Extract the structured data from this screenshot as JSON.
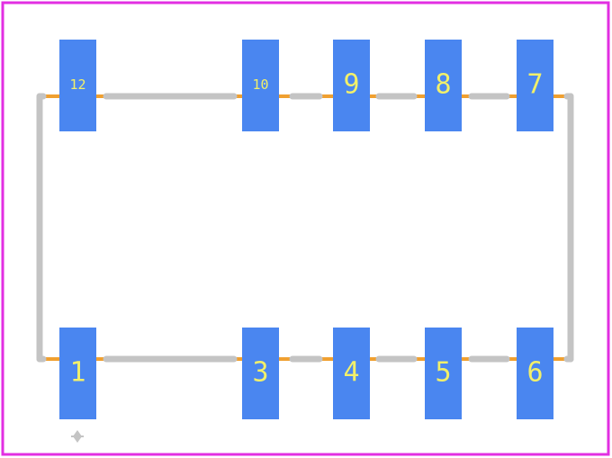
{
  "colors": {
    "background": "#ffffff",
    "border": "#e22fe2",
    "pad": "#4a86f0",
    "silkscreen": "#c4c4c4",
    "copper": "#f0a030",
    "label": "#f2f06a"
  },
  "pads": {
    "top": [
      {
        "label": "12",
        "size": "small"
      },
      {
        "label": "10",
        "size": "small"
      },
      {
        "label": "9",
        "size": "large"
      },
      {
        "label": "8",
        "size": "large"
      },
      {
        "label": "7",
        "size": "large"
      }
    ],
    "bottom": [
      {
        "label": "1",
        "size": "large"
      },
      {
        "label": "3",
        "size": "large"
      },
      {
        "label": "4",
        "size": "large"
      },
      {
        "label": "5",
        "size": "large"
      },
      {
        "label": "6",
        "size": "large"
      }
    ]
  },
  "icons": {
    "pin1_marker": "diamond-marker-icon"
  }
}
